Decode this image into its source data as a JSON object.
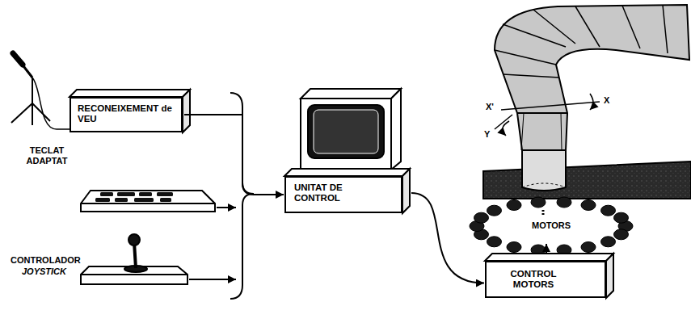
{
  "diagram": {
    "nodes": [
      {
        "text": [
          "RECONEIXEMENT de VEU"
        ]
      },
      {
        "text": [
          "UNITAT DE CONTROL"
        ]
      },
      {
        "text": [
          "CONTROL MOTORS"
        ]
      }
    ],
    "edges": [
      {
        "from": 0,
        "to": 1,
        "arrow": "to"
      },
      {
        "from": 1,
        "to": 2,
        "arrow": "to"
      }
    ],
    "labels": [
      "TECLAT ADAPTAT",
      "CONTROLADOR",
      "JOYSTICK",
      "MOTORS",
      "X'",
      "X",
      "Y"
    ]
  }
}
